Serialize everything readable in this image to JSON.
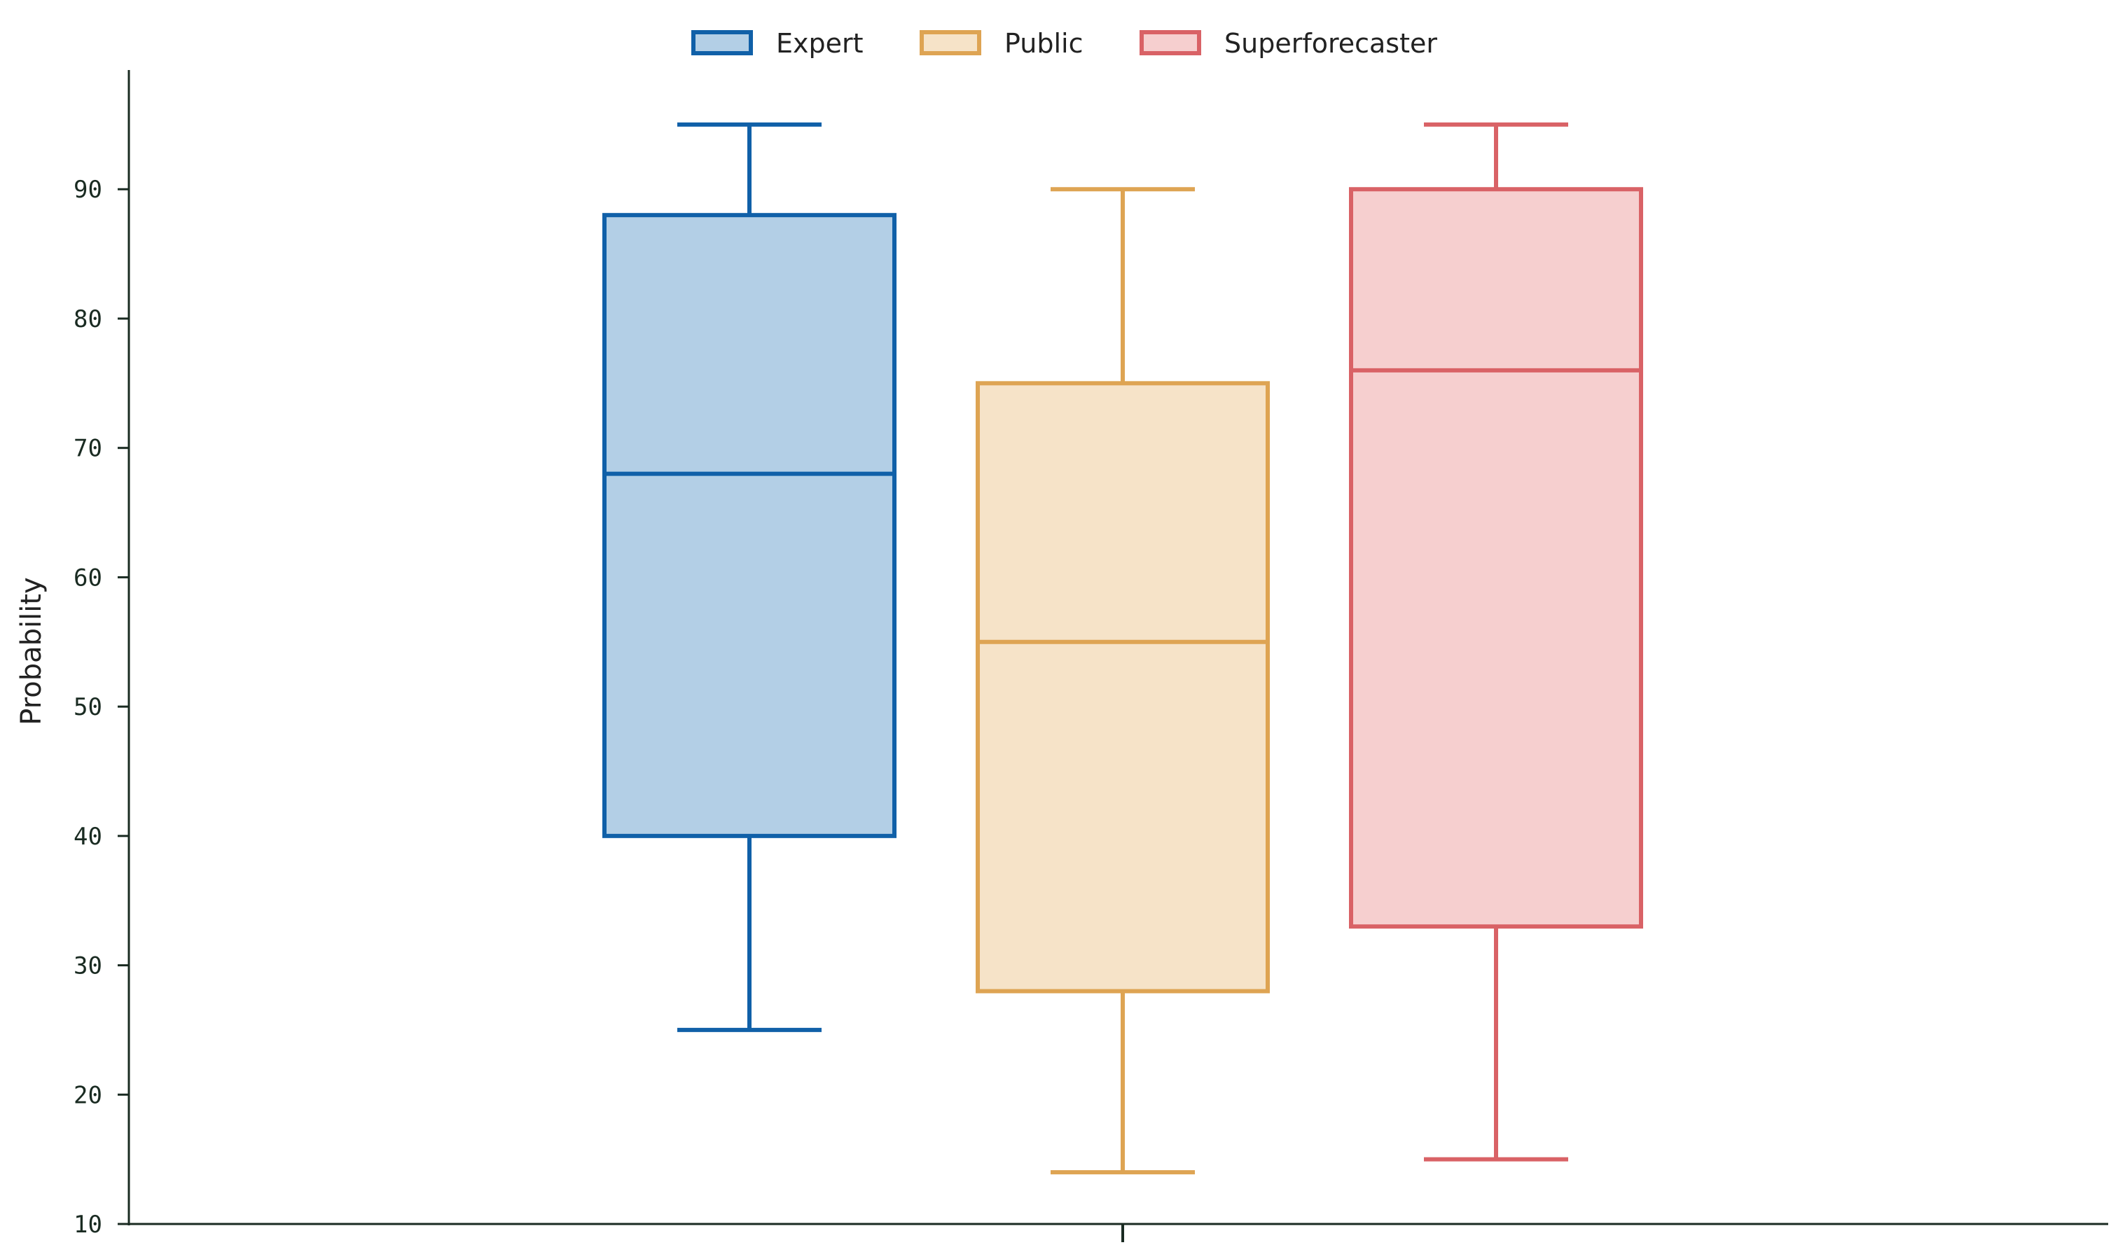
{
  "chart_data": {
    "type": "box",
    "title": "",
    "xlabel": "",
    "ylabel": "Probability",
    "ylim": [
      10,
      99
    ],
    "y_ticks": [
      10,
      20,
      30,
      40,
      50,
      60,
      70,
      80,
      90
    ],
    "grid": false,
    "legend_position": "top-center",
    "series": [
      {
        "name": "Expert",
        "whisker_low": 25,
        "q1": 40,
        "median": 68,
        "q3": 88,
        "whisker_high": 95,
        "stroke": "#1060a8",
        "fill": "#b3cfe6"
      },
      {
        "name": "Public",
        "whisker_low": 14,
        "q1": 28,
        "median": 55,
        "q3": 75,
        "whisker_high": 90,
        "stroke": "#dea453",
        "fill": "#f6e3c8"
      },
      {
        "name": "Superforecaster",
        "whisker_low": 15,
        "q1": 33,
        "median": 76,
        "q3": 90,
        "whisker_high": 95,
        "stroke": "#d96266",
        "fill": "#f6cfcf"
      }
    ]
  }
}
